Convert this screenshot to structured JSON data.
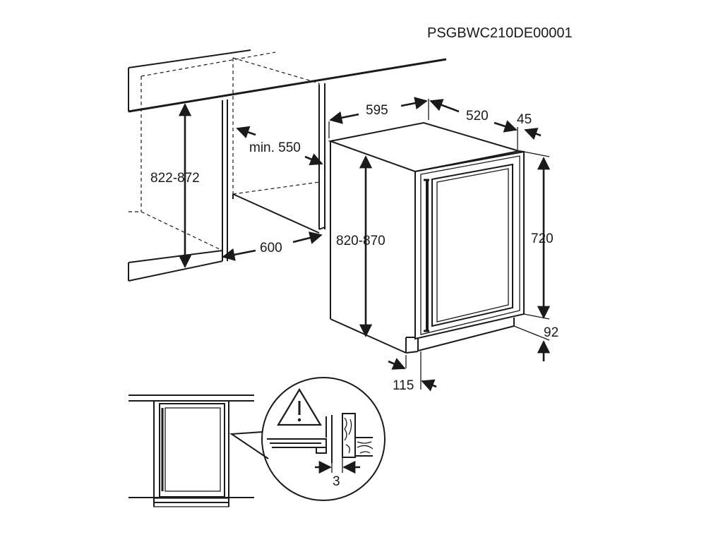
{
  "product_code": "PSGBWC210DE00001",
  "dimensions": {
    "niche_height": "822-872",
    "min_depth": "min. 550",
    "niche_depth": "600",
    "width": "595",
    "depth": "520",
    "door_offset": "45",
    "height": "820-870",
    "door_height": "720",
    "plinth_height": "92",
    "plinth_depth": "115",
    "gap": "3"
  },
  "icons": {
    "warning": "warning-triangle-icon"
  }
}
